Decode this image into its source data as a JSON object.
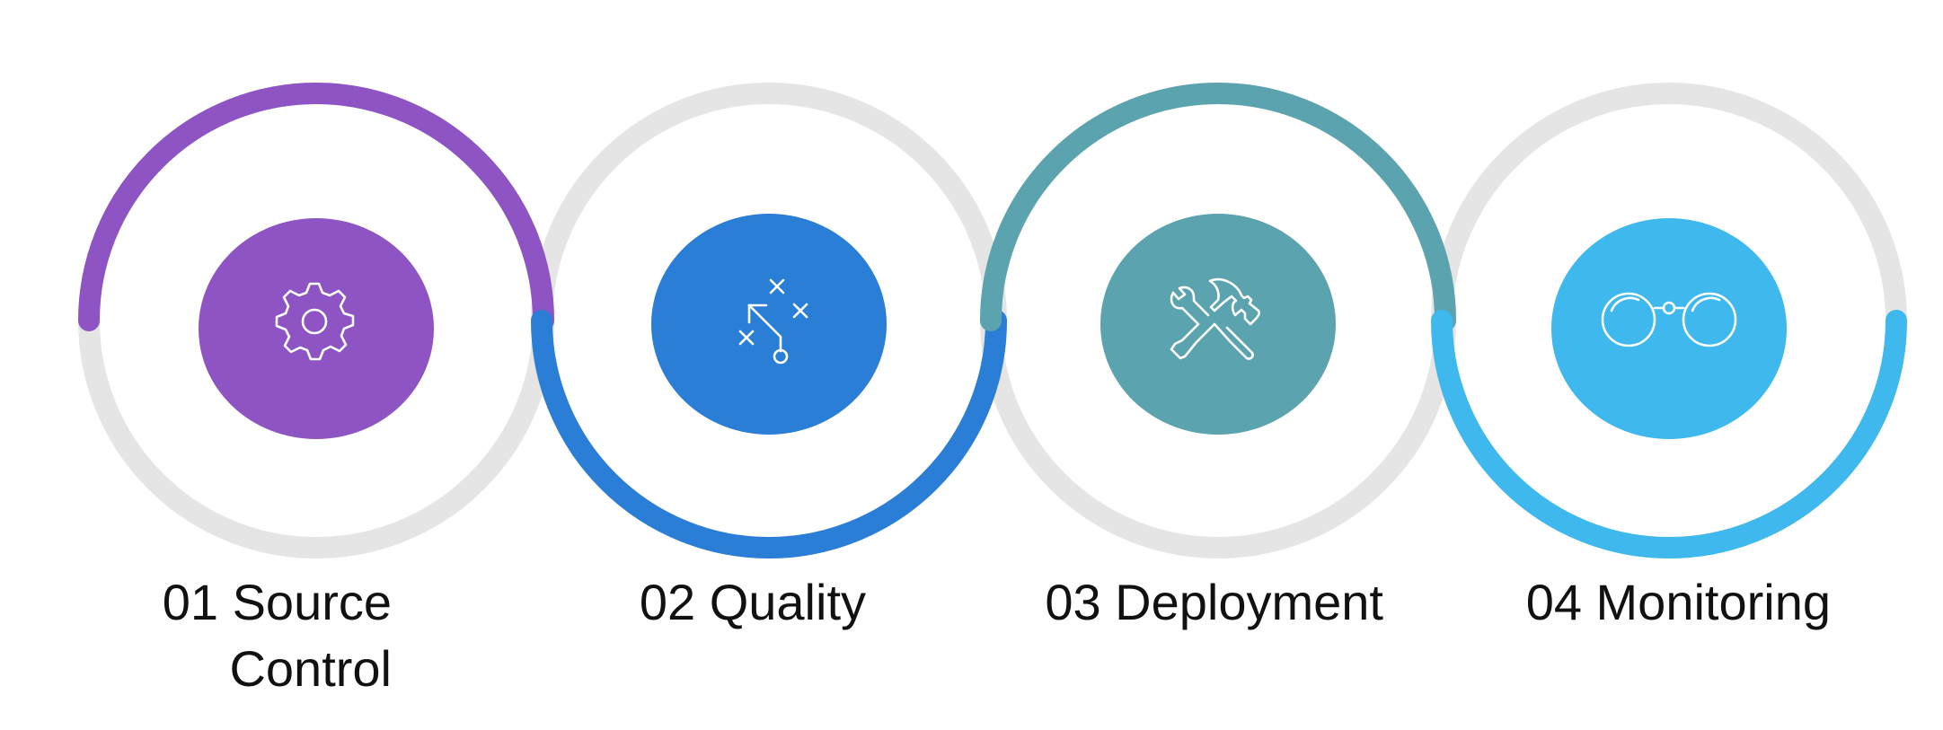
{
  "colors": {
    "track": "#e5e5e5",
    "background": "#ffffff",
    "icon_stroke": "#ffffff"
  },
  "steps": [
    {
      "number": "01",
      "title": "Source",
      "title_line2": "Control",
      "label": "01 Source\nControl",
      "color": "#8e54c3",
      "icon": "gear-icon",
      "arc": "top"
    },
    {
      "number": "02",
      "title": "Quality",
      "label": "02 Quality",
      "color": "#2b7ed6",
      "icon": "strategy-play-icon",
      "arc": "bottom"
    },
    {
      "number": "03",
      "title": "Deployment",
      "label": "03 Deployment",
      "color": "#5ba3ae",
      "icon": "wrench-hammer-icon",
      "arc": "top"
    },
    {
      "number": "04",
      "title": "Monitoring",
      "label": "04 Monitoring",
      "color": "#3eb8ed",
      "icon": "glasses-icon",
      "arc": "bottom"
    }
  ]
}
